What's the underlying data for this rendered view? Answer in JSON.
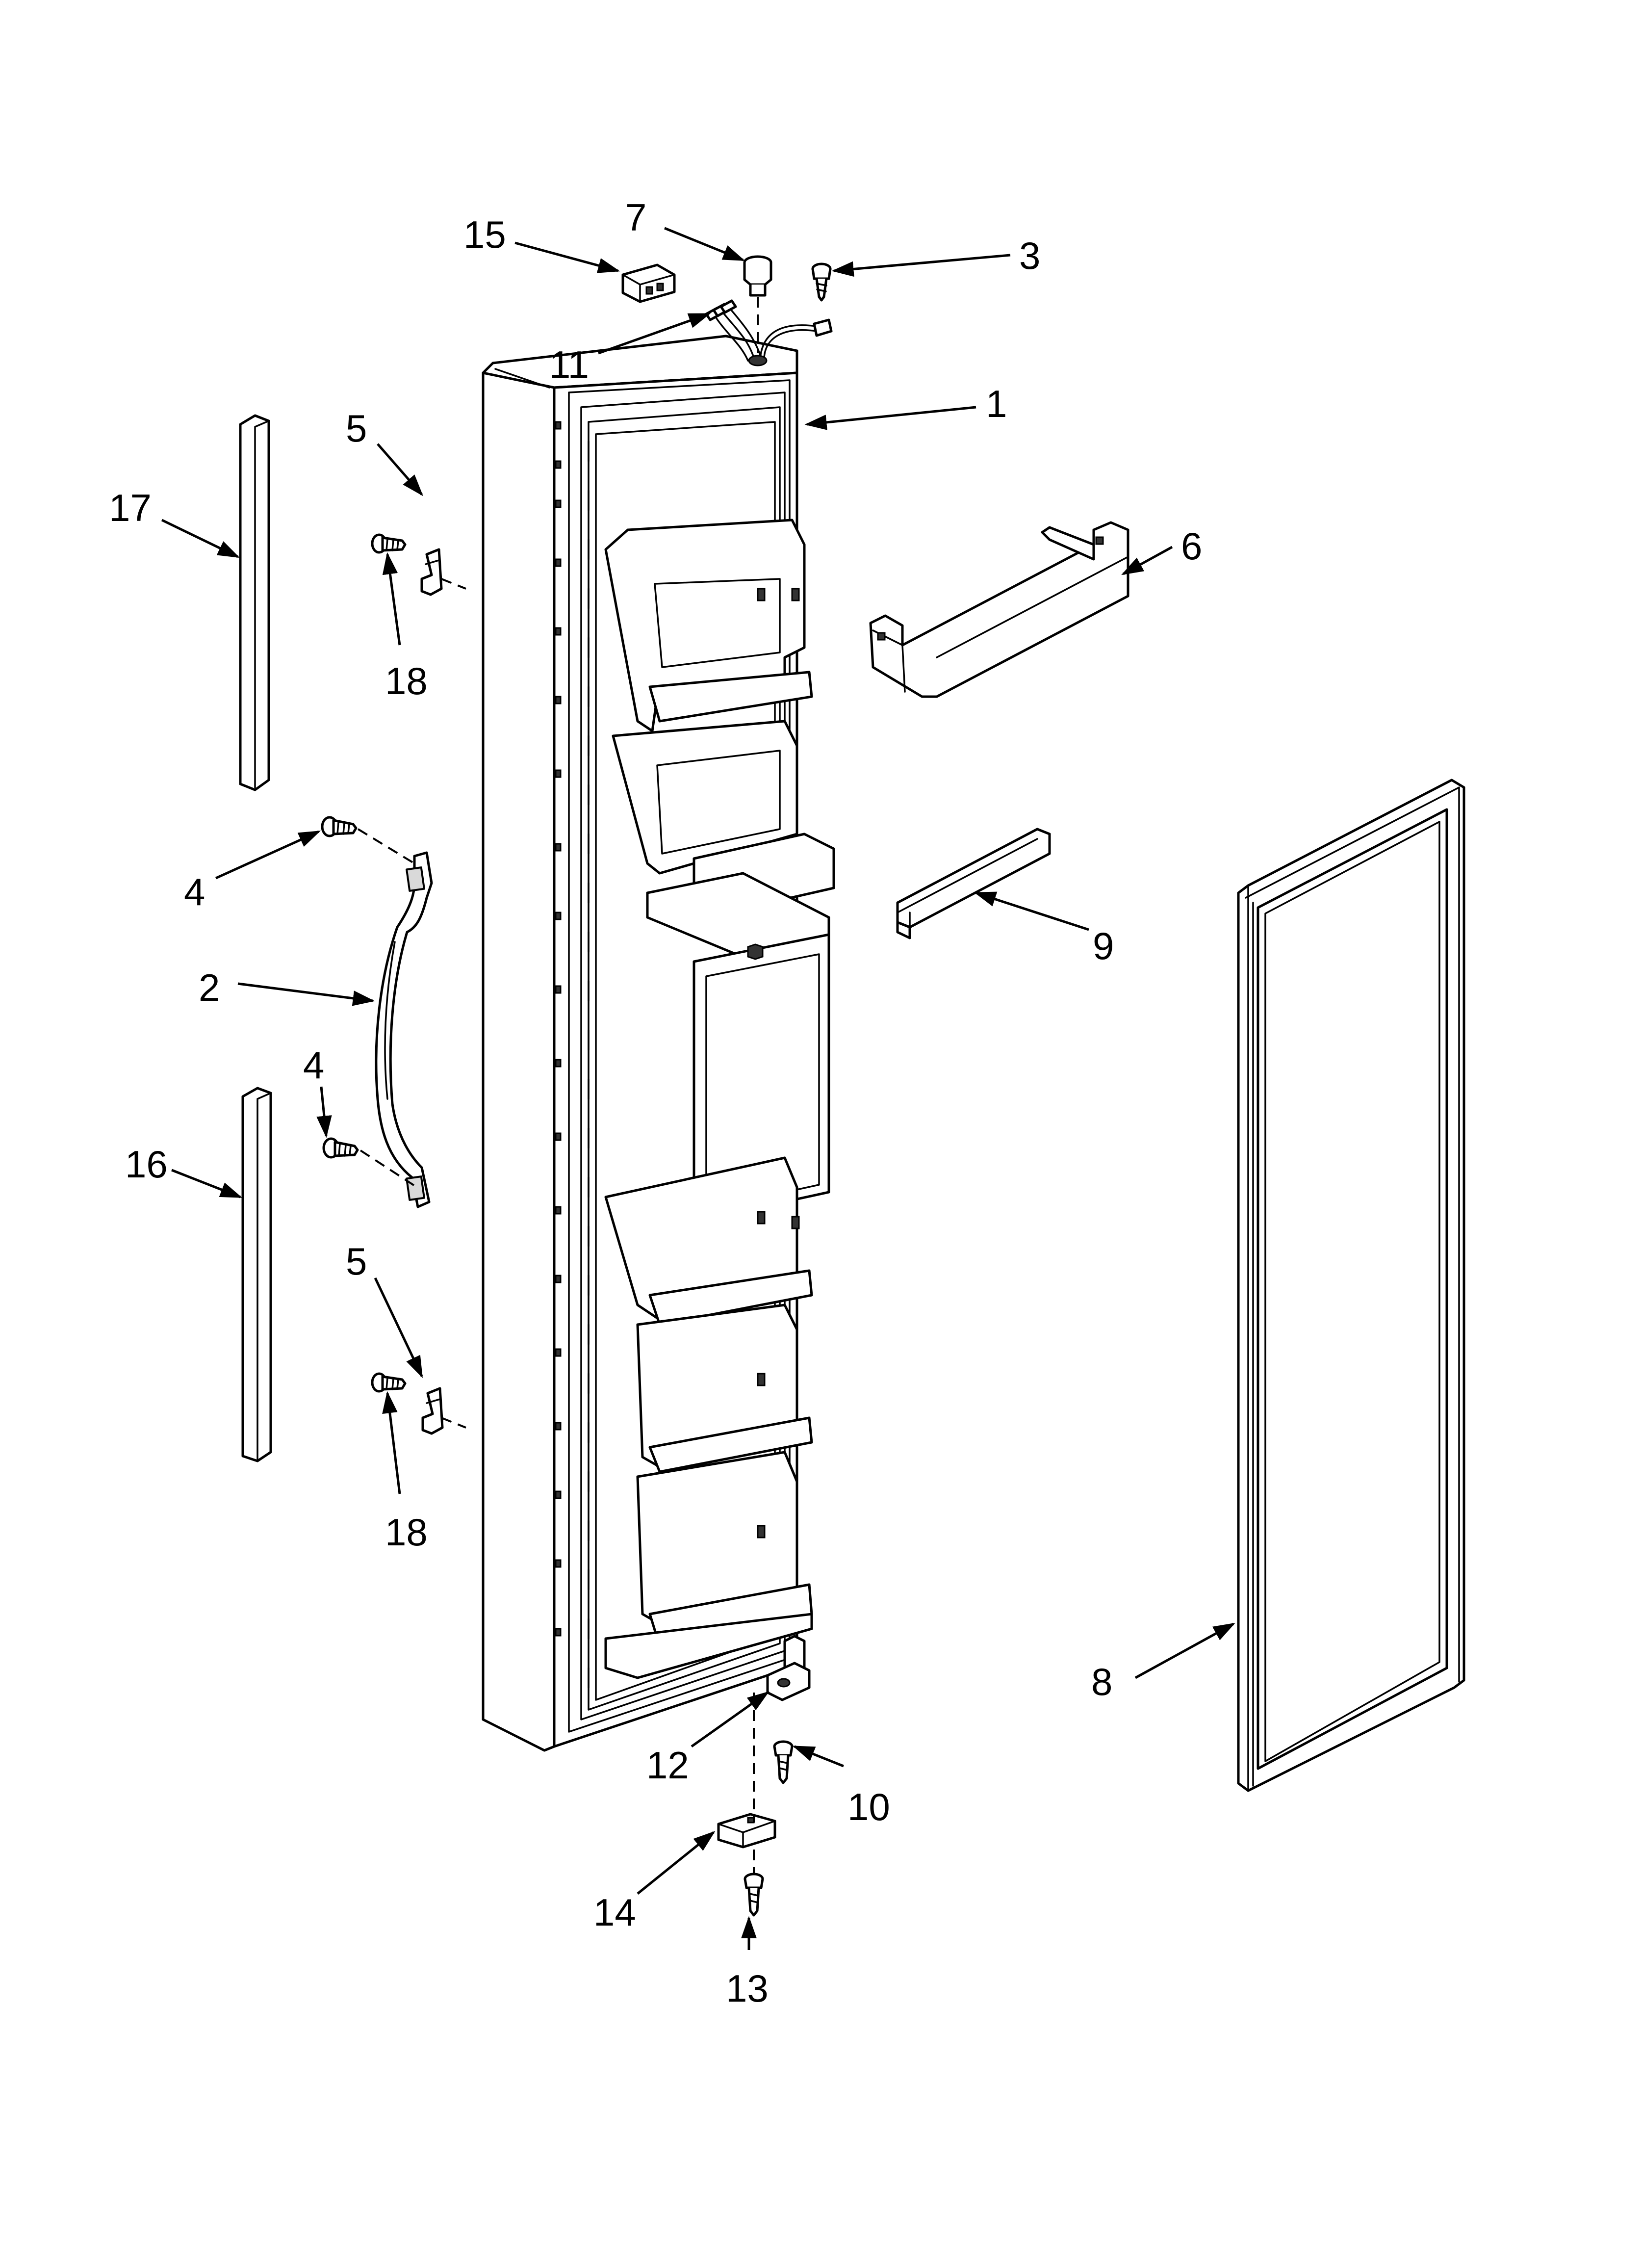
{
  "diagram": {
    "colors": {
      "line": "#000000",
      "background": "#ffffff",
      "shade": "#d9d9d9"
    },
    "callouts": [
      {
        "id": "c15",
        "label": "15",
        "part": "wire-connector"
      },
      {
        "id": "c7",
        "label": "7",
        "part": "plug-button"
      },
      {
        "id": "c3",
        "label": "3",
        "part": "ground-screw"
      },
      {
        "id": "c11",
        "label": "11",
        "part": "wire-harness"
      },
      {
        "id": "c1",
        "label": "1",
        "part": "freezer-door"
      },
      {
        "id": "c5a",
        "label": "5",
        "part": "upper-handle-clip"
      },
      {
        "id": "c17",
        "label": "17",
        "part": "upper-trim"
      },
      {
        "id": "c18a",
        "label": "18",
        "part": "upper-clip-screw"
      },
      {
        "id": "c6",
        "label": "6",
        "part": "door-shelf-bin"
      },
      {
        "id": "c4a",
        "label": "4",
        "part": "upper-handle-screw"
      },
      {
        "id": "c9",
        "label": "9",
        "part": "shelf-trim"
      },
      {
        "id": "c2",
        "label": "2",
        "part": "door-handle"
      },
      {
        "id": "c4b",
        "label": "4",
        "part": "lower-handle-screw"
      },
      {
        "id": "c16",
        "label": "16",
        "part": "lower-trim"
      },
      {
        "id": "c5b",
        "label": "5",
        "part": "lower-handle-clip"
      },
      {
        "id": "c18b",
        "label": "18",
        "part": "lower-clip-screw"
      },
      {
        "id": "c8",
        "label": "8",
        "part": "door-gasket"
      },
      {
        "id": "c12",
        "label": "12",
        "part": "hinge-bushing"
      },
      {
        "id": "c10",
        "label": "10",
        "part": "hinge-screw"
      },
      {
        "id": "c14",
        "label": "14",
        "part": "door-stop"
      },
      {
        "id": "c13",
        "label": "13",
        "part": "door-stop-screw"
      }
    ]
  }
}
